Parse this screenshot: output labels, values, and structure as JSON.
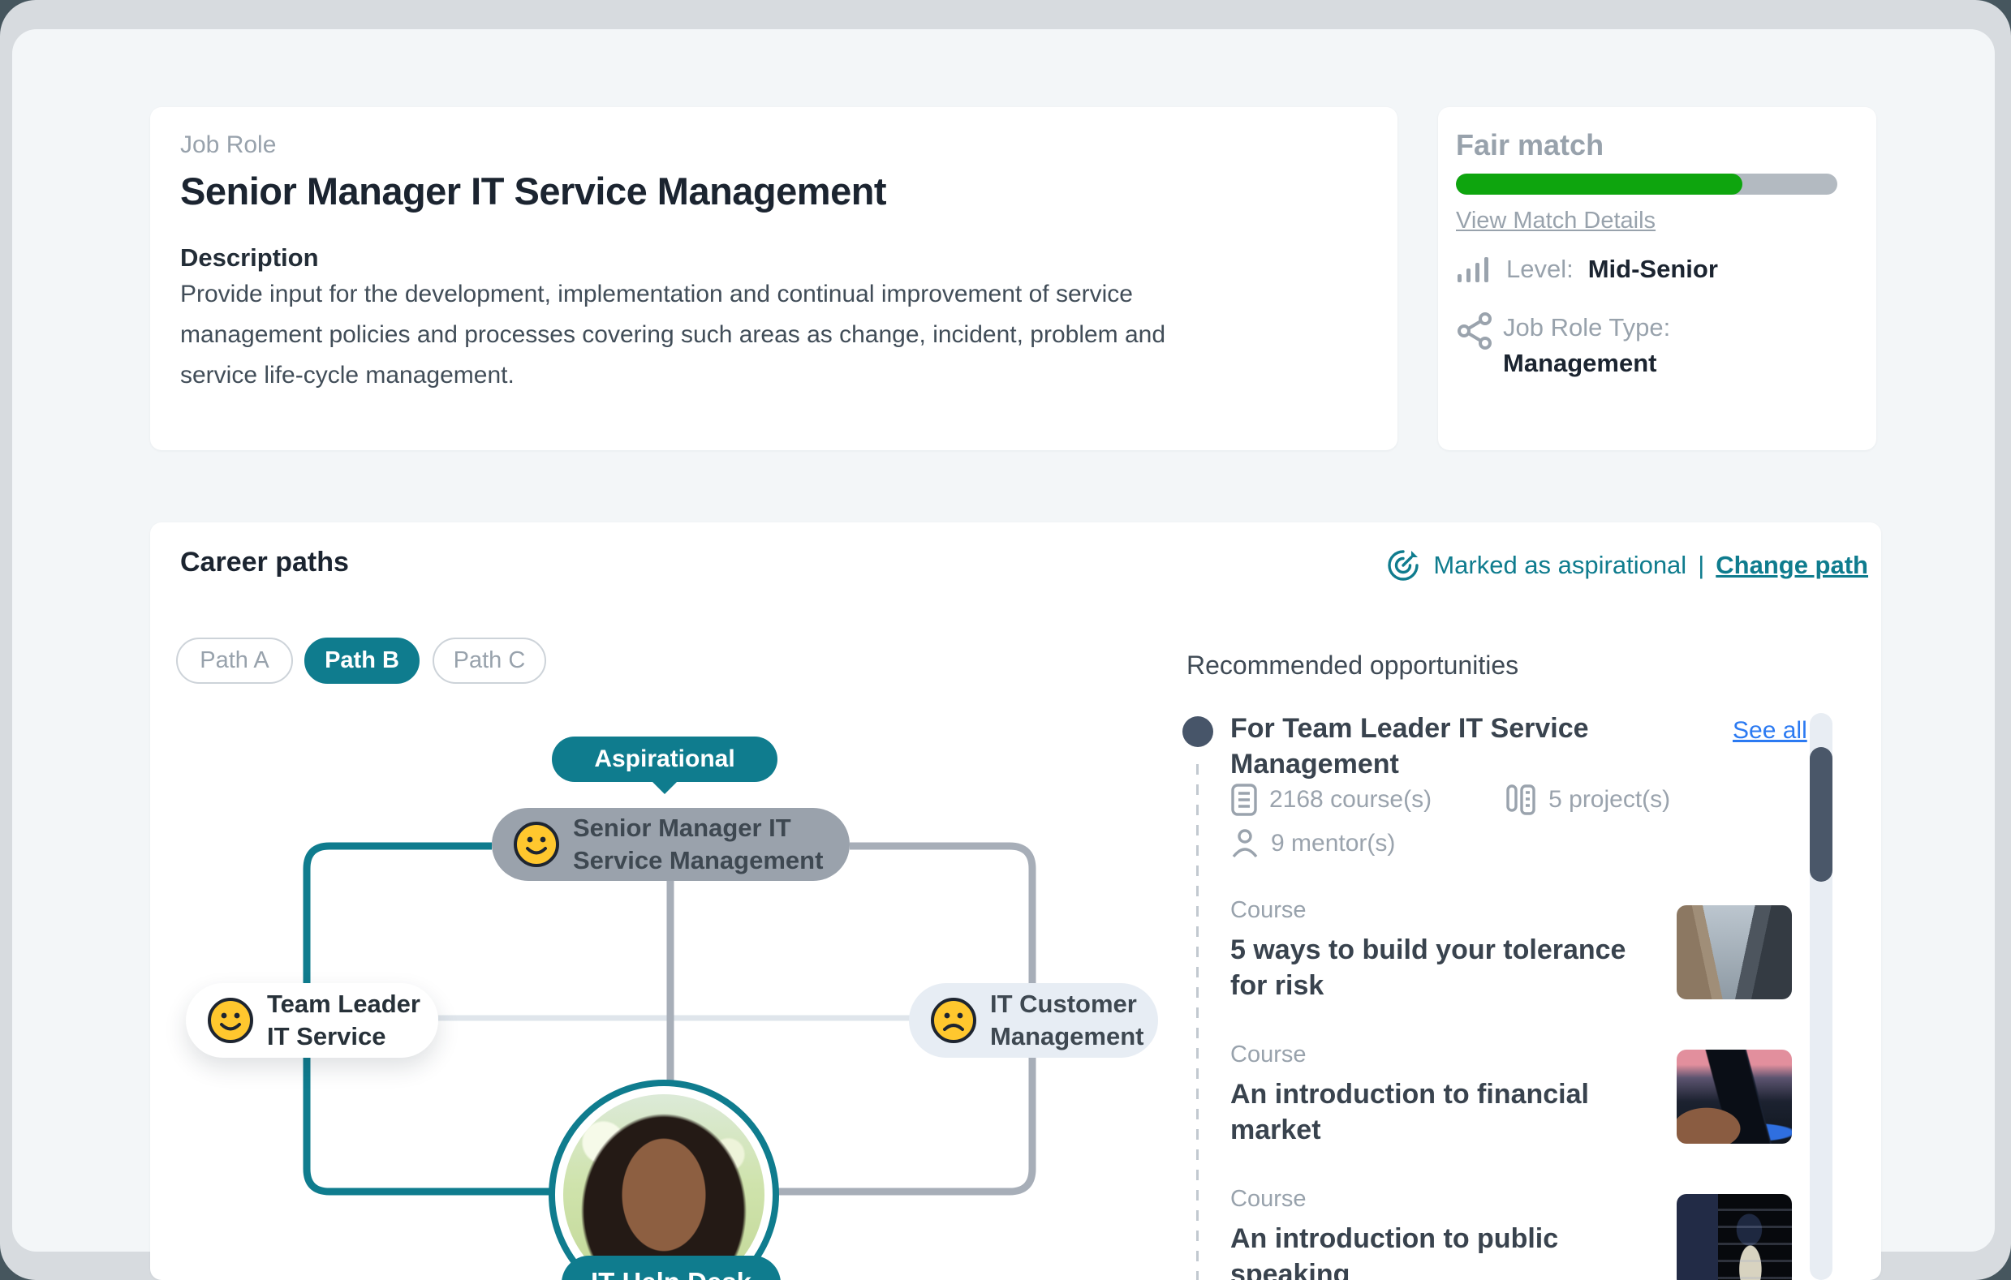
{
  "job_role_card": {
    "label": "Job Role",
    "title": "Senior Manager IT Service Management",
    "description_heading": "Description",
    "description_lines": [
      "Provide input for the development, implementation and continual improvement of service",
      "management policies and processes covering such areas as change, incident, problem and",
      "service life-cycle management."
    ]
  },
  "fair_match_card": {
    "title": "Fair match",
    "progress_percent": 75,
    "details_link": "View Match Details",
    "level_label": "Level:",
    "level_value": "Mid-Senior",
    "job_role_type_label": "Job Role Type:",
    "job_role_type_value": "Management"
  },
  "career_paths": {
    "title": "Career paths",
    "aspirational_status": "Marked as aspirational",
    "separator": "|",
    "change_path_link": "Change path",
    "path_buttons": [
      {
        "label": "Path A",
        "selected": false
      },
      {
        "label": "Path B",
        "selected": true
      },
      {
        "label": "Path C",
        "selected": false
      }
    ],
    "aspirational_badge": "Aspirational",
    "nodes": {
      "senior_manager": {
        "line1": "Senior Manager IT",
        "line2": "Service Management",
        "mood": "happy"
      },
      "team_leader": {
        "line1": "Team Leader",
        "line2": "IT Service",
        "mood": "happy"
      },
      "it_customer": {
        "line1": "IT Customer",
        "line2": "Management",
        "mood": "sad"
      },
      "current_role": {
        "label": "IT Help Desk"
      }
    }
  },
  "opportunities": {
    "heading": "Recommended opportunities",
    "group_title": "For Team Leader IT Service Management",
    "see_all_link": "See all",
    "stats": [
      {
        "icon": "document-icon",
        "text": "2168 course(s)"
      },
      {
        "icon": "project-icon",
        "text": "5 project(s)"
      },
      {
        "icon": "mentor-icon",
        "text": "9 mentor(s)"
      }
    ],
    "courses": [
      {
        "type": "Course",
        "title": "5 ways to build your tolerance for risk"
      },
      {
        "type": "Course",
        "title": "An introduction to financial market"
      },
      {
        "type": "Course",
        "title": "An introduction to public speaking"
      }
    ]
  },
  "colors": {
    "accent_teal": "#0f7c8e",
    "progress_green": "#0ea50e",
    "link_blue": "#2b7af2"
  }
}
